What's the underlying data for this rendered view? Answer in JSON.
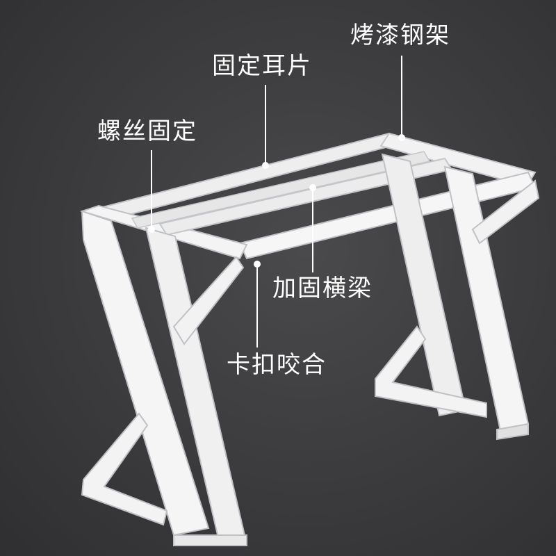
{
  "callouts": {
    "paint_steel_frame": "烤漆钢架",
    "fixed_ear": "固定耳片",
    "screw_fixing": "螺丝固定",
    "reinforced_beam": "加固横梁",
    "snap_fit": "卡扣咬合"
  },
  "colors": {
    "background": "#3b3b3d",
    "frame": "#f4f4f4",
    "frame_shadow": "#c9cbcf",
    "callout": "#ffffff"
  }
}
